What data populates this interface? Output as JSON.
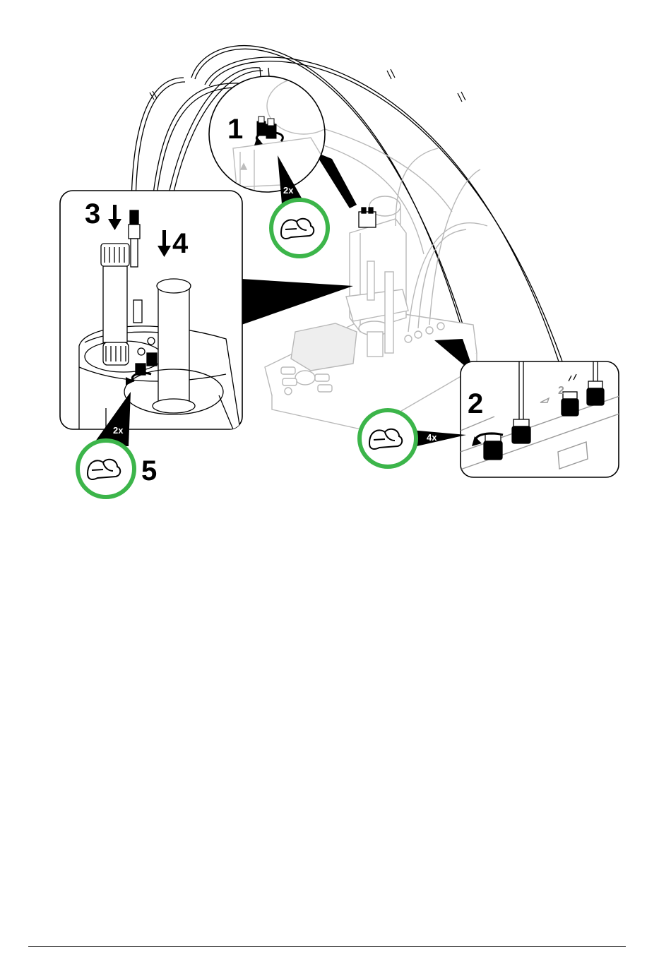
{
  "steps": {
    "step1": "1",
    "step2": "2",
    "step3": "3",
    "step4": "4",
    "step5": "5"
  },
  "repeats": {
    "step1": "2x",
    "step2": "4x",
    "step5": "2x"
  },
  "colors": {
    "hand_ring": "#3cb54a",
    "line": "#000000",
    "faded": "#b8b8b8",
    "background": "#ffffff"
  },
  "icons": {
    "hand": "hand-turn-icon",
    "rotate": "rotate-arrow-icon",
    "down_arrow": "arrow-down-icon"
  }
}
